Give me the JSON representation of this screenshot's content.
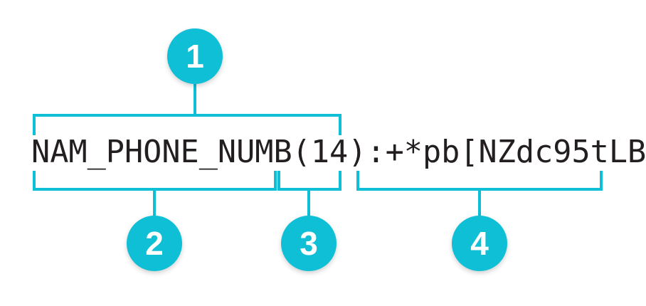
{
  "diagram": {
    "type": "annotated-string-callout",
    "background_color": "#ffffff",
    "accent_color": "#0ebfd6",
    "text_color": "#231f20",
    "badge_text_color": "#ffffff",
    "code_string": "NAM_PHONE_NUMB(14):+*pb[NZdc95tLB",
    "segments": [
      {
        "id": "1",
        "label": "1",
        "text": "NAM_PHONE_NUMB(14)",
        "position": "above"
      },
      {
        "id": "2",
        "label": "2",
        "text": "NAM_PHONE_NUMB",
        "position": "below"
      },
      {
        "id": "3",
        "label": "3",
        "text": "(14)",
        "position": "below"
      },
      {
        "id": "4",
        "label": "4",
        "text": ":+*pb[NZdc95tLB",
        "position": "below"
      }
    ],
    "badges": [
      {
        "label": "1"
      },
      {
        "label": "2"
      },
      {
        "label": "3"
      },
      {
        "label": "4"
      }
    ]
  }
}
